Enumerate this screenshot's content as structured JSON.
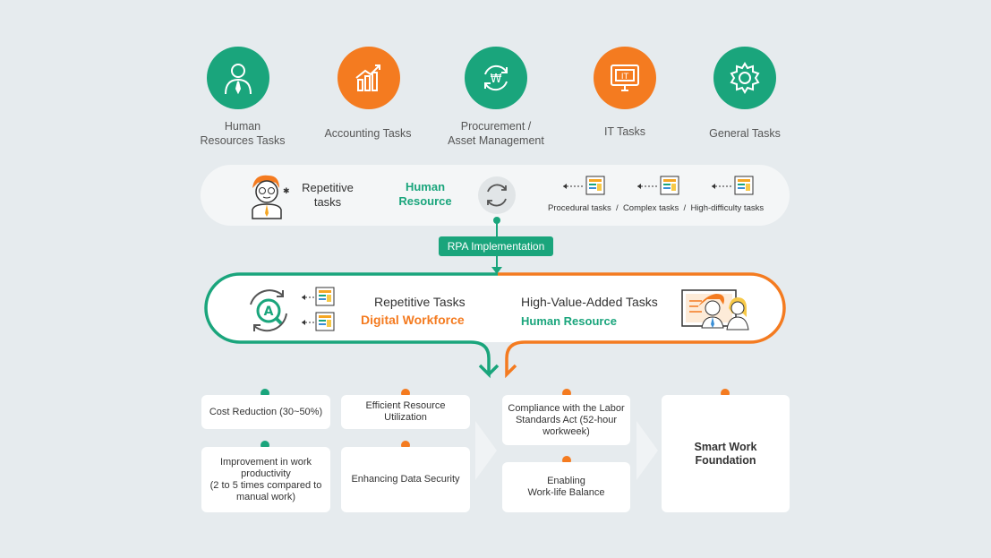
{
  "categories": [
    {
      "label": "Human\nResources Tasks",
      "icon": "person-icon",
      "color": "#1aa57c"
    },
    {
      "label": "Accounting Tasks",
      "icon": "chart-growth-icon",
      "color": "#f47b20"
    },
    {
      "label": "Procurement /\nAsset Management",
      "icon": "won-cycle-icon",
      "color": "#1aa57c"
    },
    {
      "label": "IT Tasks",
      "icon": "monitor-it-icon",
      "color": "#f47b20"
    },
    {
      "label": "General Tasks",
      "icon": "gear-icon",
      "color": "#1aa57c"
    }
  ],
  "current": {
    "repetitive": "Repetitive\ntasks",
    "human_resource": "Human\nResource",
    "task_types": "Procedural tasks  /  Complex tasks  /  High-difficulty tasks"
  },
  "rpa_label": "RPA Implementation",
  "after": {
    "left_title": "Repetitive Tasks",
    "left_sub": "Digital Workforce",
    "right_title": "High-Value-Added Tasks",
    "right_sub": "Human Resource"
  },
  "benefits": {
    "col1": [
      "Cost Reduction (30~50%)",
      "Improvement in work\nproductivity\n(2 to 5 times compared to\nmanual work)"
    ],
    "col2": [
      "Efficient Resource\nUtilization",
      "Enhancing Data Security"
    ],
    "col3": [
      "Compliance with the Labor\nStandards Act (52-hour\nworkweek)",
      "Enabling\nWork-life Balance"
    ],
    "col4": "Smart Work\nFoundation"
  },
  "colors": {
    "green": "#1aa57c",
    "orange": "#f47b20"
  }
}
